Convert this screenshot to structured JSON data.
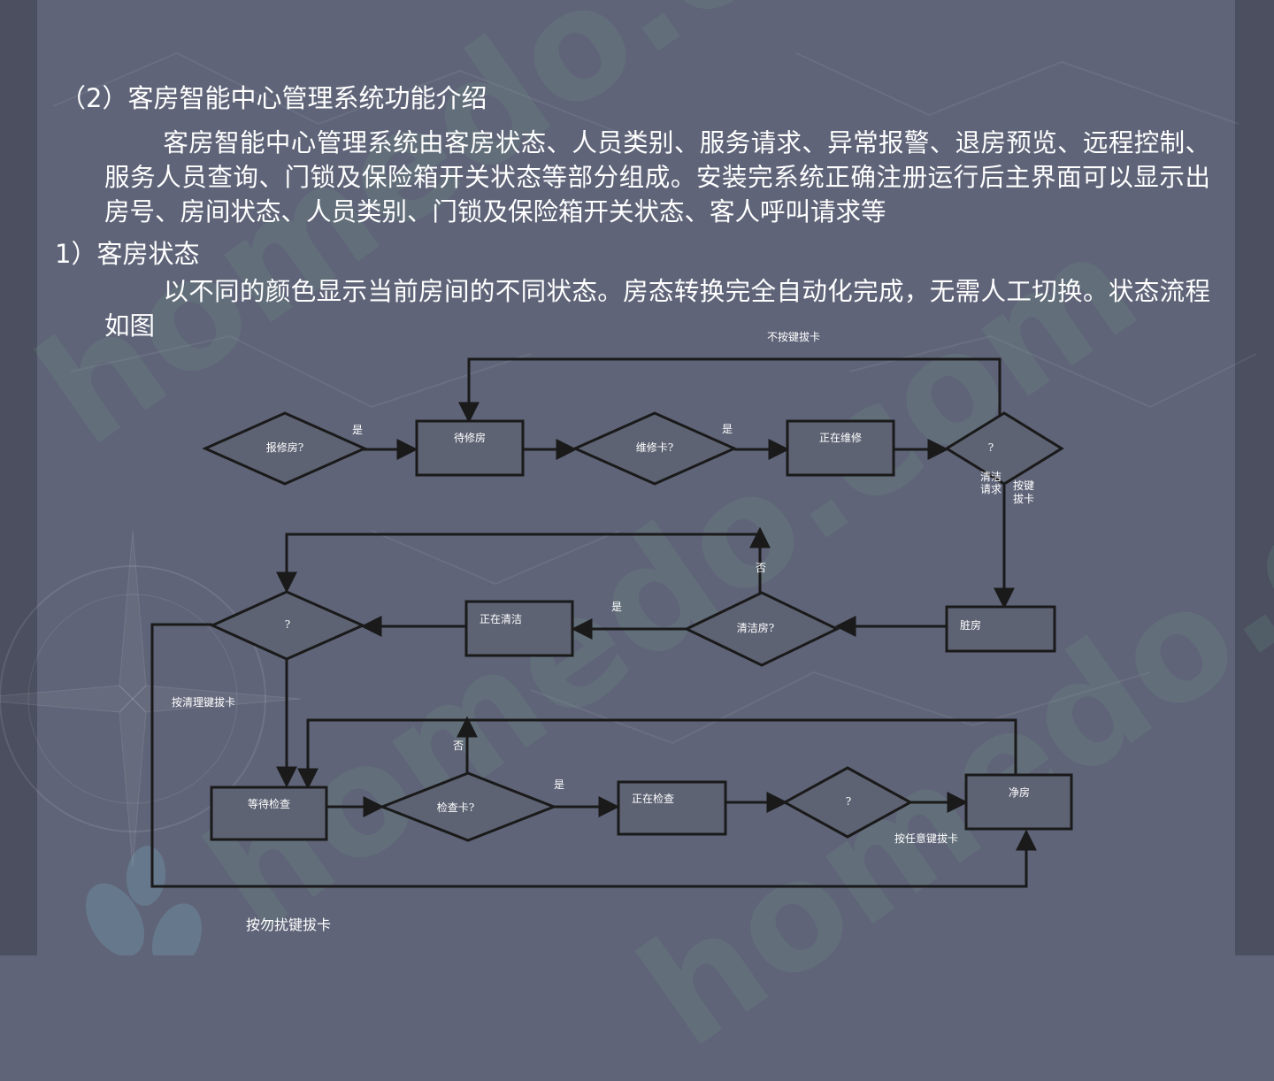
{
  "slide": {
    "heading": "（2）客房智能中心管理系统功能介绍",
    "paragraph1": "客房智能中心管理系统由客房状态、人员类别、服务请求、异常报警、退房预览、远程控制、服务人员查询、门锁及保险箱开关状态等部分组成。安装完系统正确注册运行后主界面可以显示出房号、房间状态、人员类别、门锁及保险箱开关状态、客人呼叫请求等",
    "subheading": "1）客房状态",
    "paragraph2": "以不同的颜色显示当前房间的不同状态。房态转换完全自动化完成，无需人工切换。状态流程如图",
    "watermark": "homedo.com"
  },
  "colors": {
    "background": "#5f6478",
    "band": "#4b4f5f",
    "node_fill": "#5e6374",
    "stroke": "#1a1a1a",
    "text": "#ffffff"
  },
  "flow": {
    "nodes": {
      "report_repair": "报修房?",
      "pending_repair": "待修房",
      "repair_card": "维修卡?",
      "under_repair": "正在维修",
      "decision_top": "?",
      "dirty_room": "脏房",
      "clean_room_q": "清洁房?",
      "cleaning": "正在清洁",
      "decision_mid": "?",
      "waiting_check": "等待检查",
      "check_card": "检查卡?",
      "checking": "正在检查",
      "decision_bottom": "?",
      "clean_room": "净房"
    },
    "labels": {
      "yes1": "是",
      "yes2": "是",
      "yes3": "是",
      "yes4": "是",
      "no1": "否",
      "no2": "否",
      "no_pull_card": "不按键拔卡",
      "clean_request_1": "清洁",
      "clean_request_2": "请求",
      "press_key_1": "按键",
      "press_key_2": "拔卡",
      "press_clean_key": "按清理键拔卡",
      "press_any_key": "按任意键拔卡",
      "press_dnd_key": "按勿扰键拔卡"
    }
  }
}
